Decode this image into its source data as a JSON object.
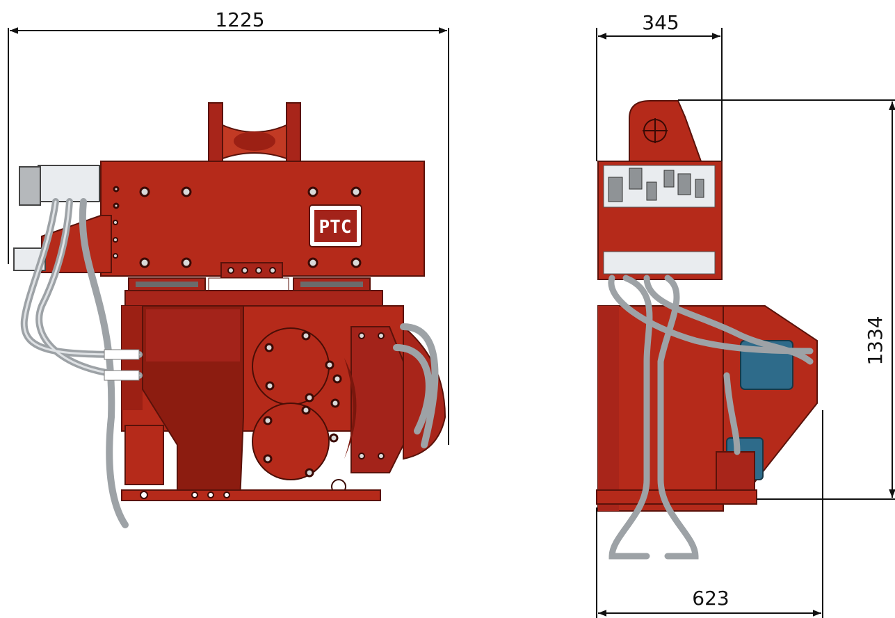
{
  "dimensions": {
    "front_width": "1225",
    "side_depth": "345",
    "side_base_width": "623",
    "height": "1334"
  },
  "logo": {
    "text": "PTC"
  },
  "colors": {
    "body_red": "#b52a1a",
    "body_dark": "#8c1c10",
    "body_light": "#d0462e",
    "hose_gray": "#9da2a6",
    "motor_blue": "#2e6b8a",
    "panel_white": "#e9ecef",
    "dimension_line": "#111111"
  }
}
